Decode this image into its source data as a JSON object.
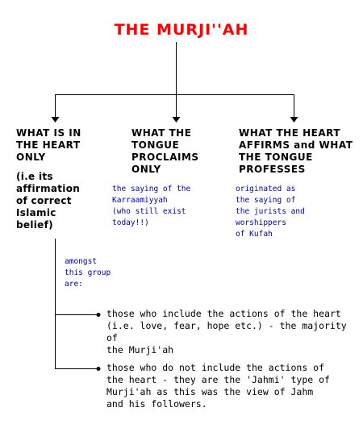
{
  "title": "THE MURJI''AH",
  "branches": [
    {
      "heading": "WHAT IS IN\nTHE HEART\nONLY",
      "detail": "(i.e its\naffirmation\nof correct\nIslamic\nbelief)"
    },
    {
      "heading": "WHAT THE\nTONGUE\nPROCLAIMS\nONLY",
      "detail": "the saying of the\nKarraamiyyah\n(who still exist\ntoday!!)"
    },
    {
      "heading": "WHAT THE HEART\nAFFIRMS and WHAT\nTHE TONGUE\nPROFESSES",
      "detail": "originated as\nthe saying of\nthe jurists and\nworshippers\nof Kufah"
    }
  ],
  "group_note": "amongst\nthis group\nare:",
  "group_items": [
    "those who include the actions of the heart\n(i.e. love, fear, hope etc.) - the majority of\nthe Murji'ah",
    "those who do not include the actions of\nthe heart - they are the 'Jahmi' type of\nMurji'ah as this was the view of Jahm\nand his followers."
  ],
  "colors": {
    "title": "#ff0000",
    "note": "#0000aa",
    "text": "#000000"
  }
}
